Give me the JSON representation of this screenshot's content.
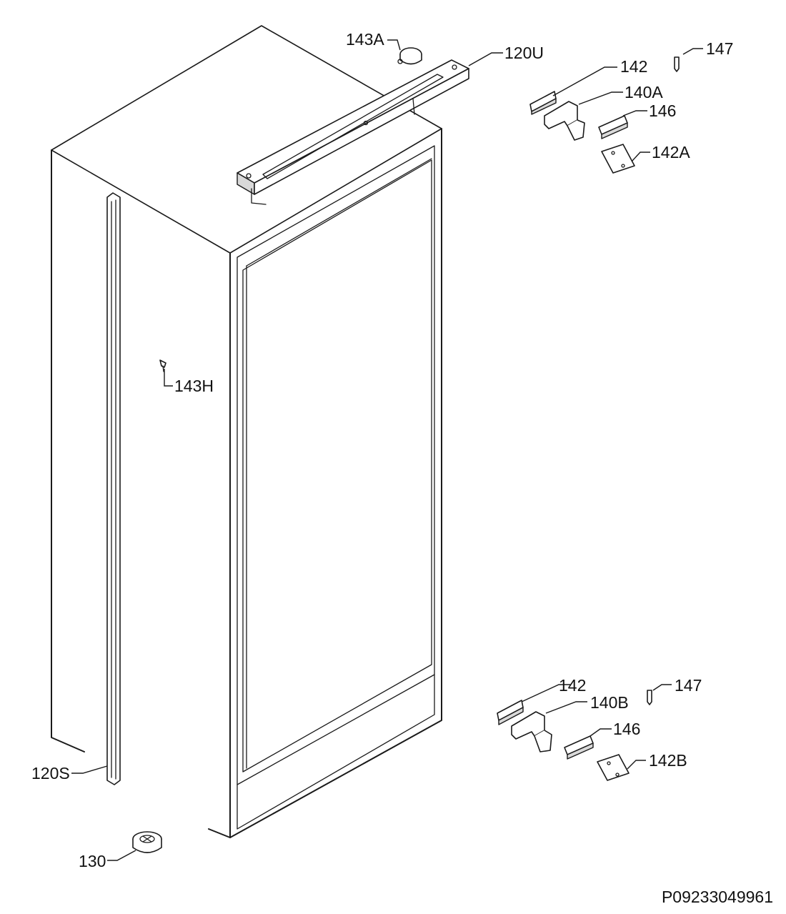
{
  "callouts": {
    "c143A": "143A",
    "c120U": "120U",
    "c142_top": "142",
    "c147_top": "147",
    "c140A": "140A",
    "c146_top": "146",
    "c142A": "142A",
    "c143H": "143H",
    "c142_bottom": "142",
    "c147_bottom": "147",
    "c140B": "140B",
    "c146_bottom": "146",
    "c142B": "142B",
    "c120S": "120S",
    "c130": "130"
  },
  "drawing_number": "P09233049961"
}
